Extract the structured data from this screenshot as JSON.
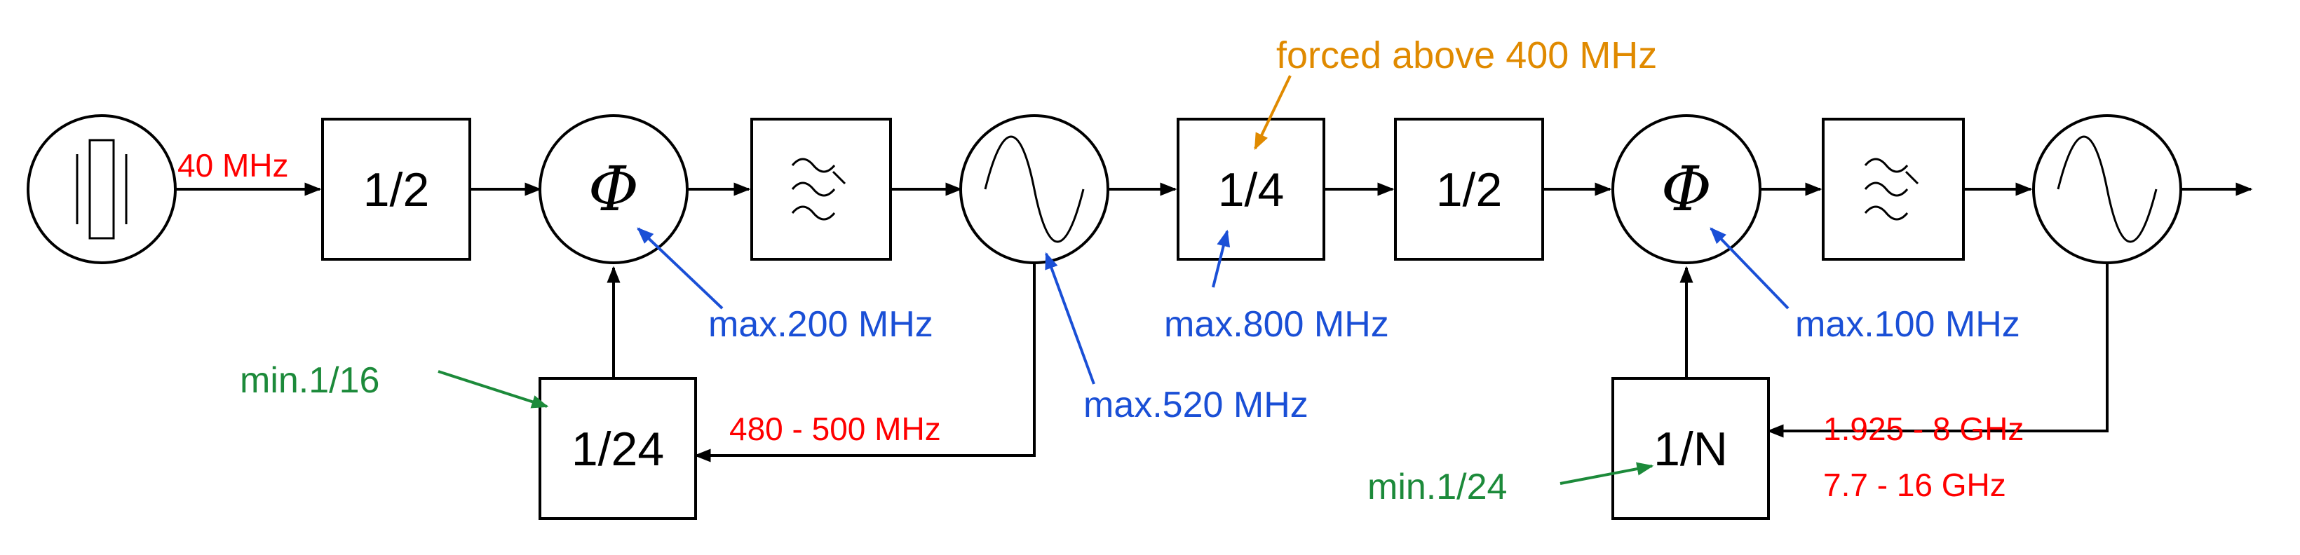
{
  "blocks": {
    "div_ref_2": "1/2",
    "div_fb_1": "1/24",
    "div_post_4": "1/4",
    "div_post_2": "1/2",
    "div_fb_2": "1/N",
    "phase_detector_symbol": "Φ"
  },
  "labels": {
    "ref_freq": "40 MHz",
    "pfd1_max": "max.200 MHz",
    "vco1_max": "max.520 MHz",
    "fb1_range": "480 - 500 MHz",
    "fb1_min": "min.1/16",
    "div4_forced": "forced above 400 MHz",
    "div4_max": "max.800 MHz",
    "pfd2_max": "max.100 MHz",
    "vco2_range_a": "1.925 - 8 GHz",
    "vco2_range_b": "7.7 - 16 GHz",
    "fb2_min": "min.1/24"
  },
  "colors": {
    "frequency_red": "#ff0000",
    "limit_blue": "#1a4fd6",
    "ratio_green": "#1c8a3a",
    "note_orange": "#e08a00"
  },
  "icons": {
    "crystal": "crystal-oscillator-icon",
    "phase": "phase-detector-icon",
    "filter": "lowpass-filter-icon",
    "vco": "sine-oscillator-icon"
  }
}
